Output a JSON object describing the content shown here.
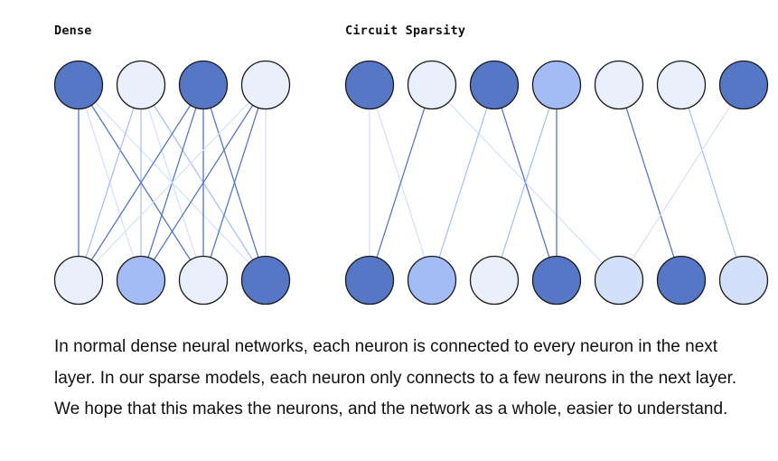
{
  "colors": {
    "dark": "#5577c6",
    "medium": "#a3bcf5",
    "light": "#d2e0fa",
    "very_light": "#e9f0fc",
    "stroke": "#1a1a1a"
  },
  "panels": {
    "dense": {
      "title": "Dense",
      "top_neurons": [
        "dark",
        "very_light",
        "dark",
        "very_light"
      ],
      "bottom_neurons": [
        "very_light",
        "medium",
        "very_light",
        "dark"
      ],
      "connections": [
        {
          "from": 0,
          "to": 0,
          "shade": "dark"
        },
        {
          "from": 0,
          "to": 1,
          "shade": "light"
        },
        {
          "from": 0,
          "to": 2,
          "shade": "dark"
        },
        {
          "from": 0,
          "to": 3,
          "shade": "light"
        },
        {
          "from": 1,
          "to": 0,
          "shade": "medium"
        },
        {
          "from": 1,
          "to": 1,
          "shade": "medium"
        },
        {
          "from": 1,
          "to": 2,
          "shade": "light"
        },
        {
          "from": 1,
          "to": 3,
          "shade": "medium"
        },
        {
          "from": 2,
          "to": 0,
          "shade": "dark"
        },
        {
          "from": 2,
          "to": 1,
          "shade": "dark"
        },
        {
          "from": 2,
          "to": 2,
          "shade": "dark"
        },
        {
          "from": 2,
          "to": 3,
          "shade": "dark"
        },
        {
          "from": 3,
          "to": 0,
          "shade": "light"
        },
        {
          "from": 3,
          "to": 1,
          "shade": "dark"
        },
        {
          "from": 3,
          "to": 2,
          "shade": "dark"
        },
        {
          "from": 3,
          "to": 3,
          "shade": "light"
        }
      ]
    },
    "sparse": {
      "title": "Circuit Sparsity",
      "top_neurons": [
        "dark",
        "very_light",
        "dark",
        "medium",
        "very_light",
        "very_light",
        "dark"
      ],
      "bottom_neurons": [
        "dark",
        "medium",
        "very_light",
        "dark",
        "light",
        "dark",
        "light"
      ],
      "connections": [
        {
          "from": 0,
          "to": 0,
          "shade": "light"
        },
        {
          "from": 0,
          "to": 1,
          "shade": "light"
        },
        {
          "from": 1,
          "to": 0,
          "shade": "dark"
        },
        {
          "from": 1,
          "to": 4,
          "shade": "light"
        },
        {
          "from": 2,
          "to": 1,
          "shade": "medium"
        },
        {
          "from": 2,
          "to": 3,
          "shade": "dark"
        },
        {
          "from": 3,
          "to": 2,
          "shade": "medium"
        },
        {
          "from": 3,
          "to": 3,
          "shade": "dark"
        },
        {
          "from": 4,
          "to": 5,
          "shade": "dark"
        },
        {
          "from": 5,
          "to": 6,
          "shade": "medium"
        },
        {
          "from": 6,
          "to": 4,
          "shade": "light"
        }
      ]
    }
  },
  "caption": "In normal dense neural networks, each neuron is connected to every neuron in the next layer. In our sparse models, each neuron only connects to a few neurons in the next layer. We hope that this makes the neurons, and the network as a whole, easier to understand."
}
